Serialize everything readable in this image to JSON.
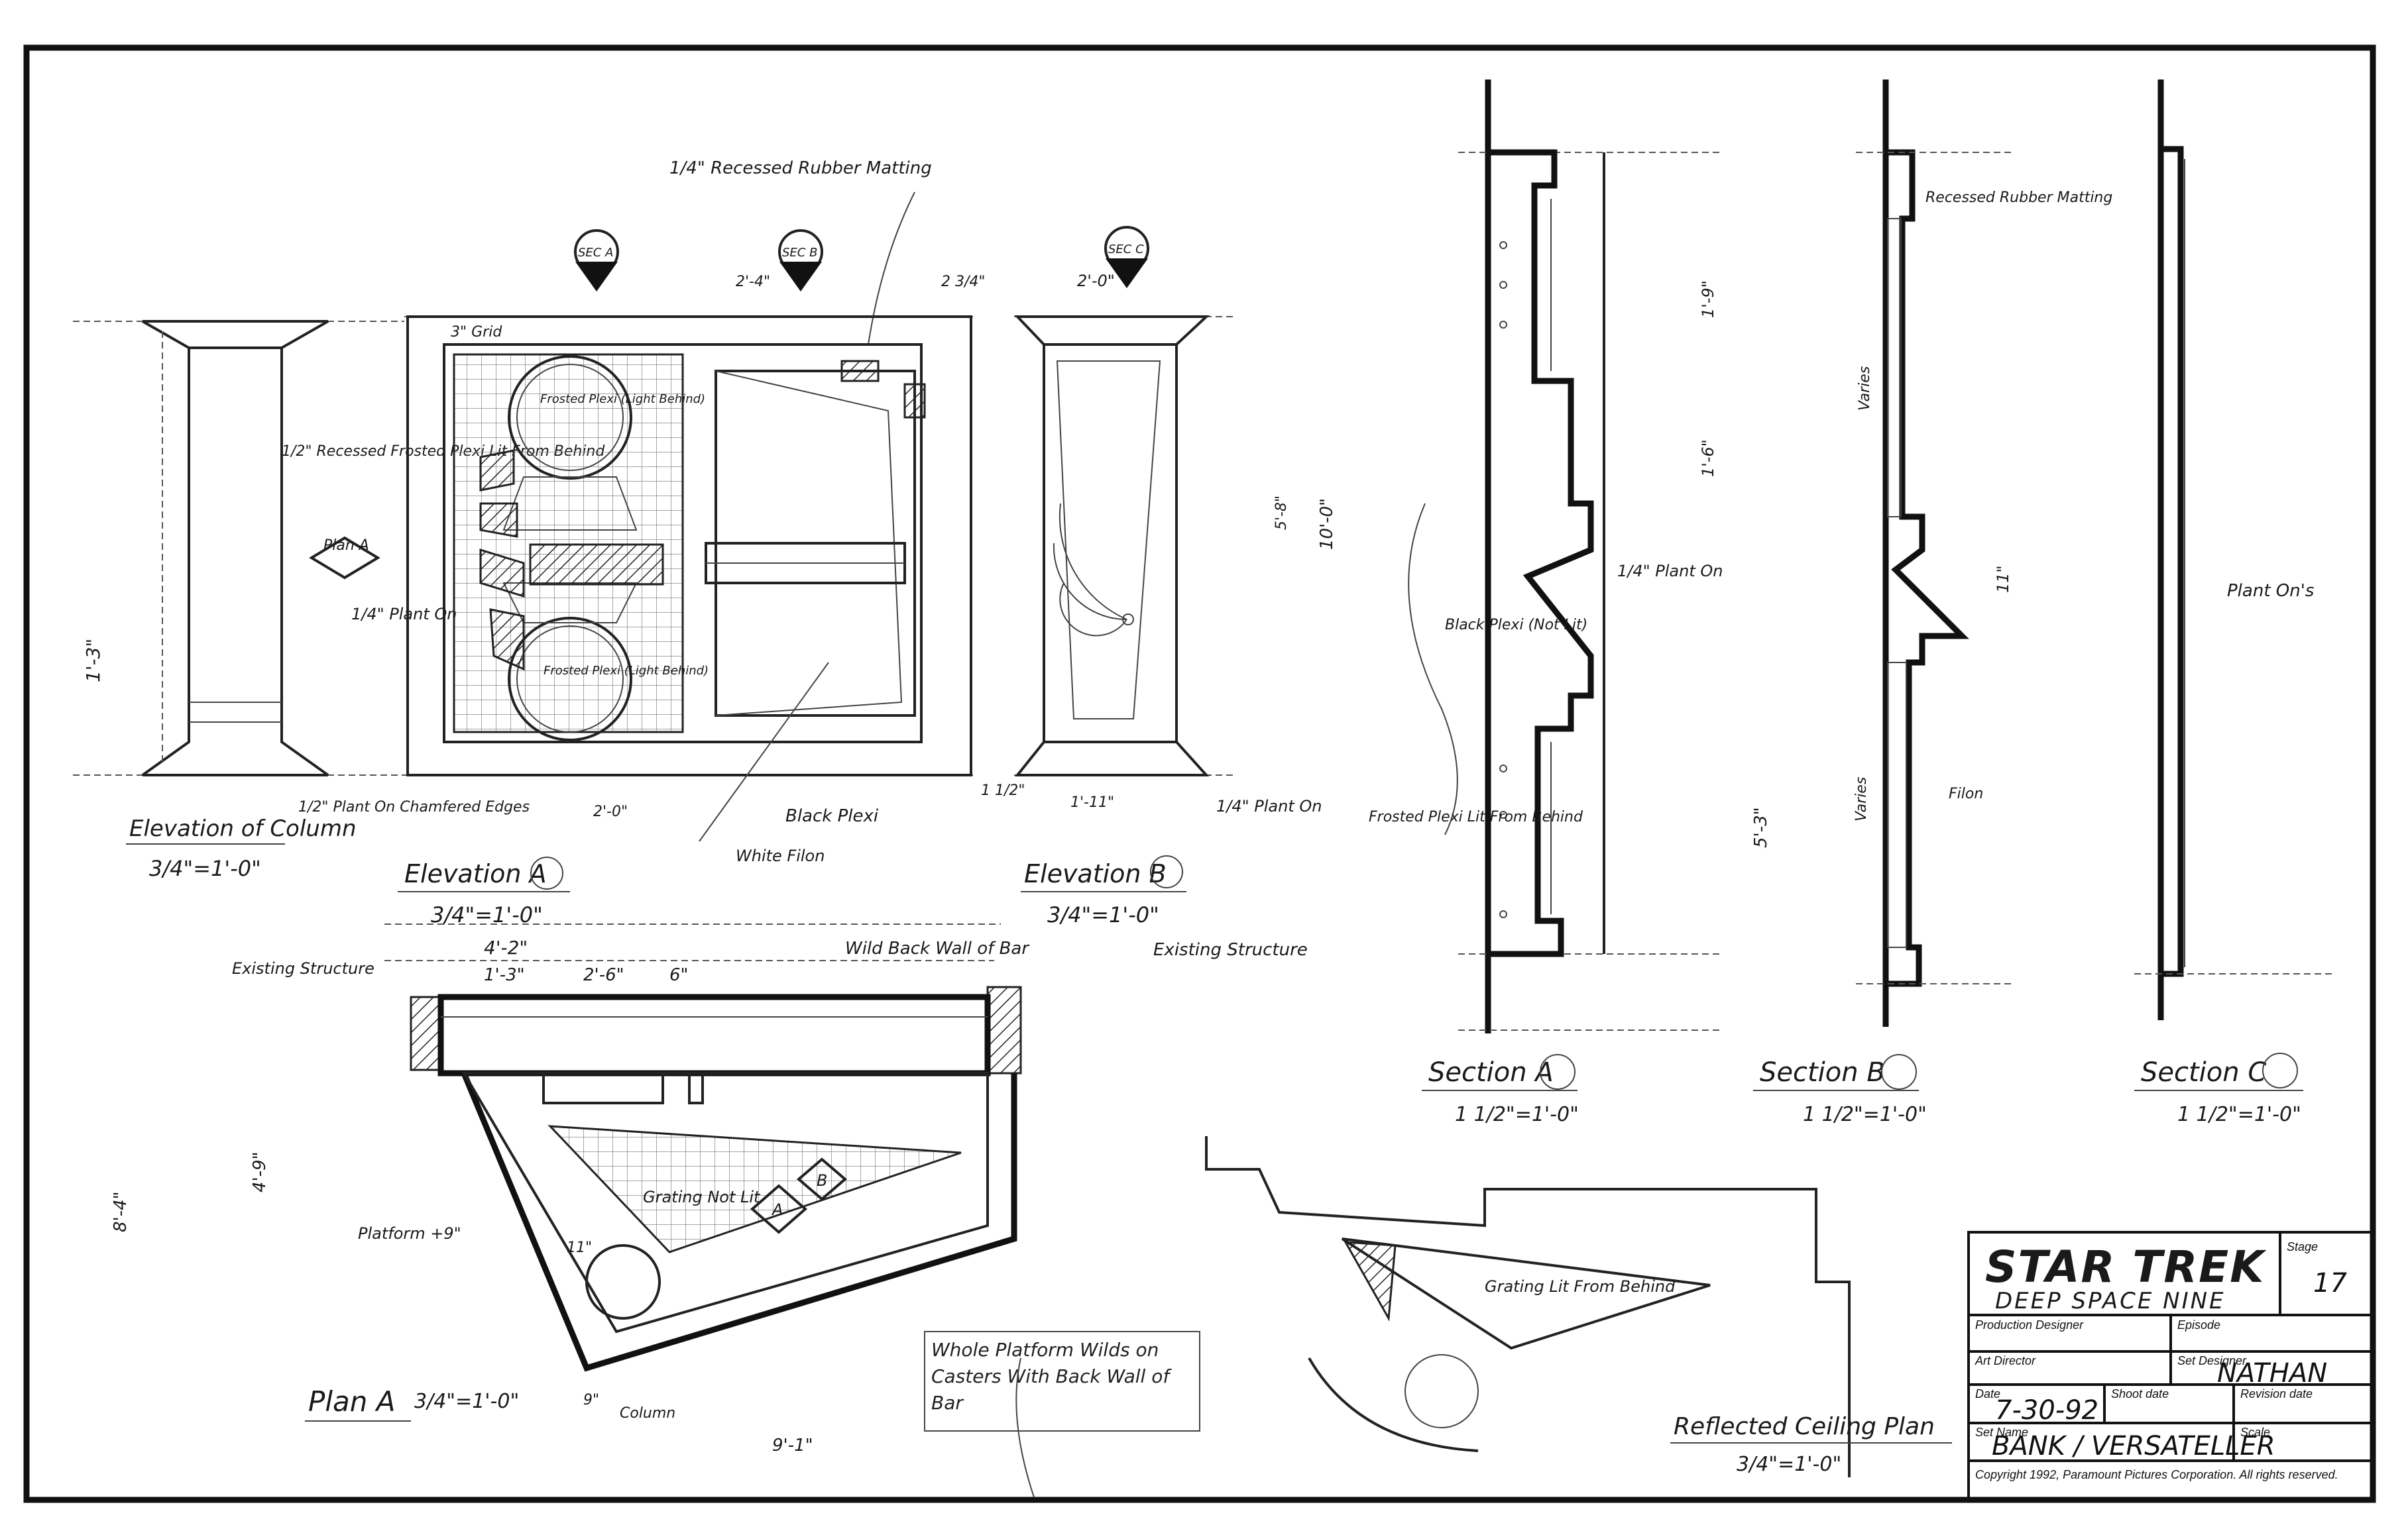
{
  "notes": {
    "recessed_matting_top": "1/4\" Recessed Rubber Matting",
    "recessed_matting_right": "Recessed Rubber Matting",
    "grid_3": "3\" Grid",
    "recessed_frosted": "1/2\" Recessed Frosted Plexi Lit From Behind",
    "plant_on_left": "1/4\" Plant On",
    "frosted_plexi_top": "Frosted Plexi (Light Behind)",
    "frosted_plexi_bottom": "Frosted Plexi (Light Behind)",
    "black_plexi_a": "Black Plexi",
    "black_plexi_not_lit": "Black Plexi (Not Lit)",
    "white_filon": "White Filon",
    "plant_on_chamfered": "1/2\" Plant On Chamfered Edges",
    "plant_on_b": "1/4\" Plant On",
    "plant_on_sec_a": "1/4\" Plant On",
    "frosted_lit_sec_a": "Frosted Plexi Lit From Behind",
    "varies_1": "Varies",
    "varies_2": "Varies",
    "filon": "Filon",
    "plant_ons_c": "Plant On's",
    "existing_structure_left": "Existing Structure",
    "existing_structure_right": "Existing Structure",
    "wild_back_wall": "Wild Back Wall of Bar",
    "grating_not_lit": "Grating Not Lit",
    "platform": "Platform +9\"",
    "column": "Column",
    "whole_platform": "Whole Platform Wilds on Casters With Back Wall of Bar",
    "grating_lit": "Grating Lit From Behind"
  },
  "views": {
    "elevation_column": "Elevation of Column",
    "elevation_column_scale": "3/4\"=1'-0\"",
    "elevation_a": "Elevation A",
    "elevation_a_scale": "3/4\"=1'-0\"",
    "elevation_b": "Elevation B",
    "elevation_b_scale": "3/4\"=1'-0\"",
    "plan_a_tag": "Plan A",
    "plan": "Plan A",
    "plan_scale": "3/4\"=1'-0\"",
    "section_a": "Section A",
    "section_a_scale": "1 1/2\"=1'-0\"",
    "section_b": "Section B",
    "section_b_scale": "1 1/2\"=1'-0\"",
    "section_c": "Section C",
    "section_c_scale": "1 1/2\"=1'-0\"",
    "reflected_ceiling": "Reflected Ceiling Plan",
    "reflected_ceiling_scale": "3/4\"=1'-0\""
  },
  "markers": {
    "sec_a": "SEC A",
    "sec_b": "SEC B",
    "sec_c": "SEC C",
    "grating_a": "A",
    "grating_b": "B"
  },
  "dims": {
    "d_4_2": "4'-2\"",
    "d_1_3": "1'-3\"",
    "d_2_6": "2'-6\"",
    "d_6": "6\"",
    "d_2_0": "2'-0\"",
    "d_1_11": "1'-11\"",
    "d_1_9": "1'-9\"",
    "d_1_6": "1'-6\"",
    "d_10_0": "10'-0\"",
    "d_5_8": "5'-8\"",
    "d_5_3": "5'-3\"",
    "d_9_1": "9'-1\"",
    "d_8_4": "8'-4\"",
    "d_4_9": "4'-9\"",
    "d_11": "11\"",
    "d_9": "9\""
  },
  "title_block": {
    "logo": "STAR TREK",
    "subtitle": "DEEP SPACE NINE",
    "stage_label": "Stage",
    "stage_value": "17",
    "production_designer_label": "Production Designer",
    "episode_label": "Episode",
    "art_director_label": "Art Director",
    "set_designer_label": "Set Designer",
    "set_designer_value": "NATHAN",
    "date_label": "Date",
    "date_value": "7-30-92",
    "shoot_date_label": "Shoot date",
    "revision_date_label": "Revision date",
    "set_name_label": "Set Name",
    "set_name_value": "BANK / VERSATELLER",
    "scale_label": "Scale",
    "copyright": "Copyright 1992, Paramount Pictures Corporation.  All rights reserved."
  }
}
